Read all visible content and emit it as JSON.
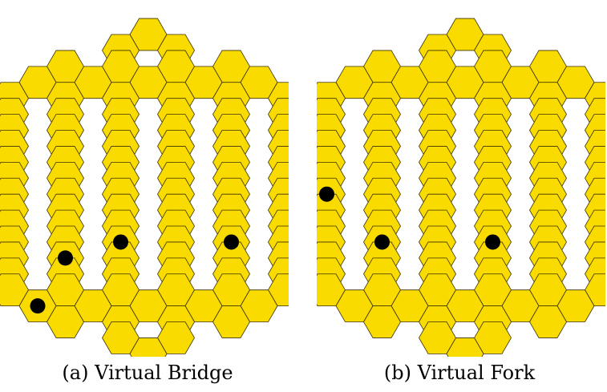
{
  "colors": {
    "cell_fill": "#f9db00",
    "cell_stroke": "#3a3000",
    "stone": "#000000"
  },
  "board": {
    "shape": "hexagonal",
    "row_lengths": [
      1,
      2,
      4,
      5,
      6,
      6,
      6,
      6,
      6,
      6,
      6,
      6,
      6,
      6,
      6,
      6,
      6,
      5,
      4,
      2,
      1
    ]
  },
  "panels": [
    {
      "id": "a",
      "caption": "(a) Virtual Bridge",
      "stones": [
        {
          "row": 13,
          "col": 4
        },
        {
          "row": 13,
          "col": 2
        },
        {
          "row": 14,
          "col": 1
        },
        {
          "row": 17,
          "col": 0
        }
      ]
    },
    {
      "id": "b",
      "caption": "(b) Virtual Fork",
      "stones": [
        {
          "row": 10,
          "col": 0
        },
        {
          "row": 13,
          "col": 1
        },
        {
          "row": 13,
          "col": 3
        }
      ]
    }
  ]
}
